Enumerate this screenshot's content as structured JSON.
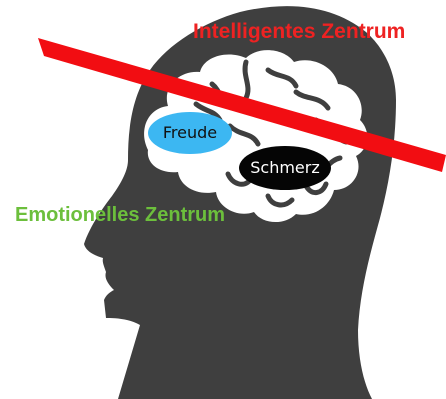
{
  "labels": {
    "intelligent_center": "Intelligentes Zentrum",
    "emotional_center": "Emotionelles Zentrum"
  },
  "bubbles": {
    "joy": "Freude",
    "pain": "Schmerz"
  },
  "colors": {
    "head": "#3f3f3f",
    "brain": "#ffffff",
    "intelligent_label": "#ee2222",
    "emotional_label": "#6cbf3c",
    "strike_bar": "#f20d12",
    "joy_bubble": "#3cb7f2",
    "pain_bubble": "#050505"
  }
}
